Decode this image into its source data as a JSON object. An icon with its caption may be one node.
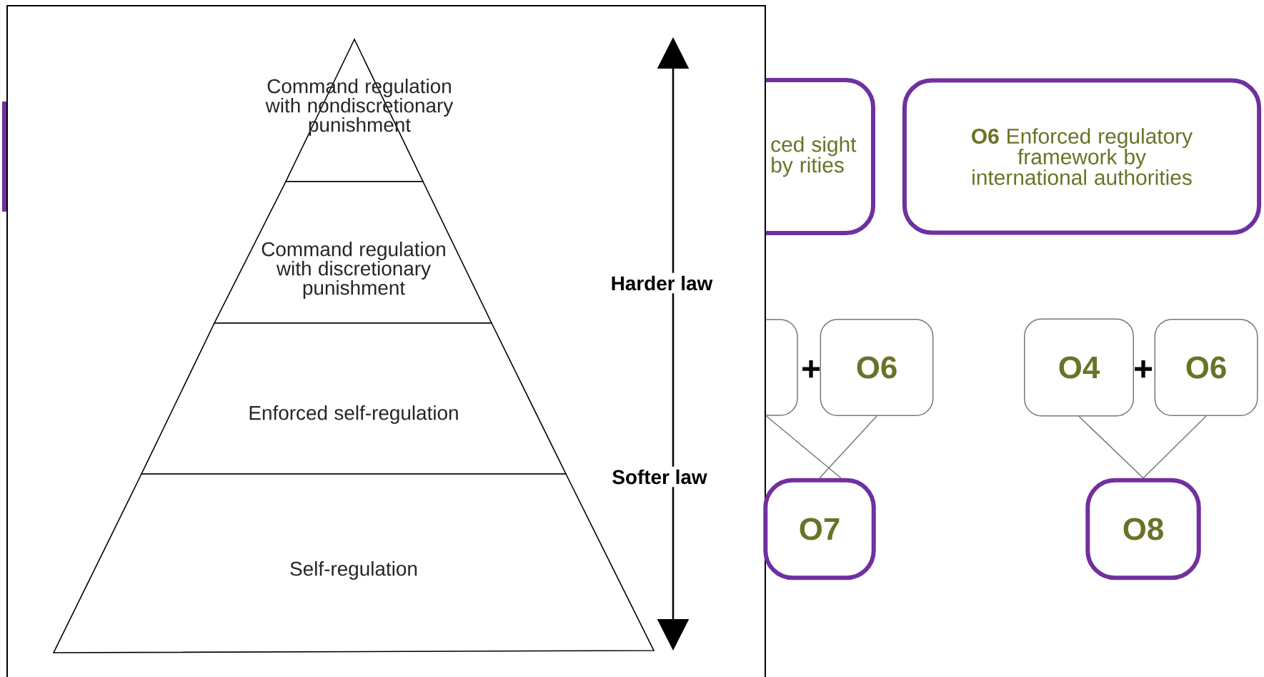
{
  "diagram": {
    "nodes": [
      {
        "text": [
          "Command regulation with nondiscretionary punishment"
        ]
      },
      {
        "text": [
          "Command regulation with discretionary punishment"
        ]
      },
      {
        "text": [
          "Enforced self-regulation"
        ]
      },
      {
        "text": [
          "Self-regulation"
        ]
      },
      {
        "text": [],
        "shape": "box"
      },
      {
        "text": [
          "ced sight by rities"
        ]
      },
      {
        "text": [
          "**O6** Enforced regulatory framework by international authorities"
        ]
      },
      {
        "text": [],
        "shape": "box"
      },
      {
        "text": [
          "O6"
        ]
      },
      {
        "text": [
          "O4"
        ]
      },
      {
        "text": [
          "O6"
        ]
      },
      {
        "text": [
          "O7"
        ]
      },
      {
        "text": [
          "O8"
        ]
      }
    ],
    "edges": [
      {
        "from": 7,
        "to": 11,
        "arrow": "none"
      },
      {
        "from": 8,
        "to": 11,
        "arrow": "none"
      },
      {
        "from": 9,
        "to": 12,
        "arrow": "none"
      },
      {
        "from": 10,
        "to": 12,
        "arrow": "none"
      }
    ],
    "labels": [
      "Harder law",
      "Softer law",
      "+",
      "+"
    ]
  }
}
